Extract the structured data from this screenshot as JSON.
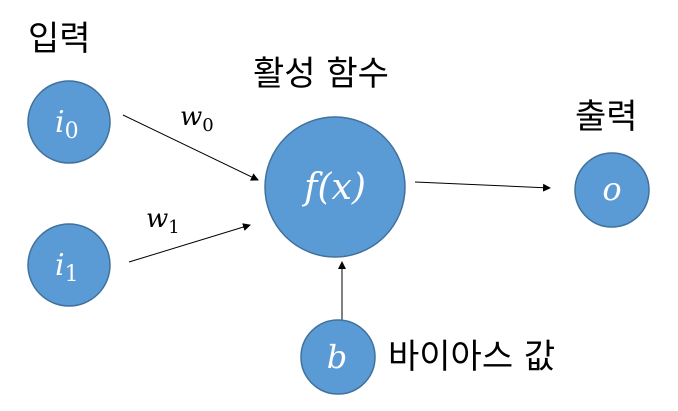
{
  "labels": {
    "input": "입력",
    "activation": "활성 함수",
    "output": "출력",
    "bias_value": "바이아스 값"
  },
  "nodes": {
    "i0": {
      "base": "i",
      "sub": "0"
    },
    "i1": {
      "base": "i",
      "sub": "1"
    },
    "f": "f(x)",
    "o": "o",
    "b": "b"
  },
  "weights": {
    "w0": {
      "base": "w",
      "sub": "0"
    },
    "w1": {
      "base": "w",
      "sub": "1"
    }
  },
  "colors": {
    "node_fill": "#5b9bd5",
    "node_stroke": "#41719c",
    "arrow": "#000000",
    "text": "#000000",
    "node_text": "#ffffff"
  }
}
